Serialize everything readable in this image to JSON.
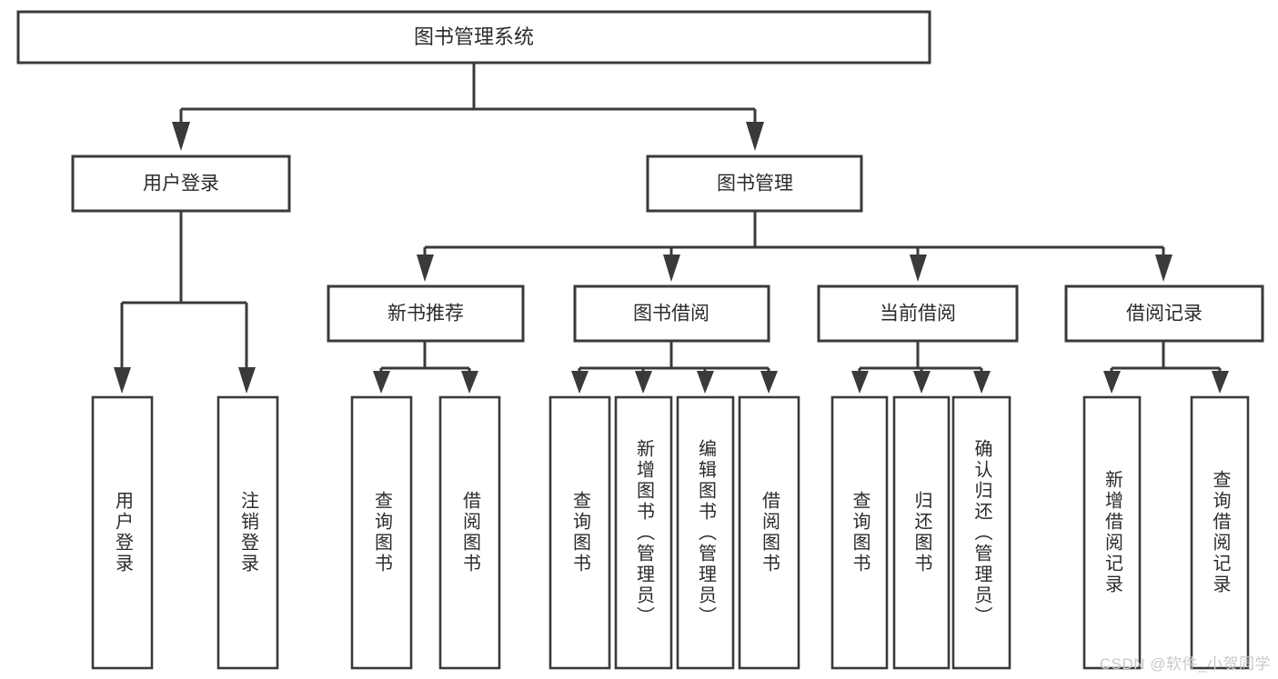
{
  "diagram": {
    "title": "图书管理系统",
    "type": "tree-hierarchy-chart",
    "orientation": "top-down",
    "colors": {
      "stroke": "#3a3a3a",
      "box_fill": "#ffffff",
      "text": "#2b2b2b",
      "background": "#ffffff",
      "watermark": "#c9c9c9"
    },
    "root": {
      "label": "图书管理系统"
    },
    "level1": [
      {
        "id": "user-login",
        "label": "用户登录"
      },
      {
        "id": "book-management",
        "label": "图书管理"
      }
    ],
    "level2": [
      {
        "id": "new-book-recommend",
        "label": "新书推荐",
        "parent": "book-management"
      },
      {
        "id": "book-borrow",
        "label": "图书借阅",
        "parent": "book-management"
      },
      {
        "id": "current-borrow",
        "label": "当前借阅",
        "parent": "book-management"
      },
      {
        "id": "borrow-record",
        "label": "借阅记录",
        "parent": "book-management"
      }
    ],
    "leaves": [
      {
        "id": "leaf-user-login",
        "label": "用户登录",
        "parent": "user-login"
      },
      {
        "id": "leaf-user-logout",
        "label": "注销登录",
        "parent": "user-login"
      },
      {
        "id": "leaf-query-book-1",
        "label": "查询图书",
        "parent": "new-book-recommend"
      },
      {
        "id": "leaf-borrow-book-1",
        "label": "借阅图书",
        "parent": "new-book-recommend"
      },
      {
        "id": "leaf-query-book-2",
        "label": "查询图书",
        "parent": "book-borrow"
      },
      {
        "id": "leaf-add-book",
        "label": "新增图书（管理员）",
        "parent": "book-borrow"
      },
      {
        "id": "leaf-edit-book",
        "label": "编辑图书（管理员）",
        "parent": "book-borrow"
      },
      {
        "id": "leaf-borrow-book-2",
        "label": "借阅图书",
        "parent": "book-borrow"
      },
      {
        "id": "leaf-query-book-3",
        "label": "查询图书",
        "parent": "current-borrow"
      },
      {
        "id": "leaf-return-book",
        "label": "归还图书",
        "parent": "current-borrow"
      },
      {
        "id": "leaf-confirm-return",
        "label": "确认归还（管理员）",
        "parent": "current-borrow"
      },
      {
        "id": "leaf-add-record",
        "label": "新增借阅记录",
        "parent": "borrow-record"
      },
      {
        "id": "leaf-query-record",
        "label": "查询借阅记录",
        "parent": "borrow-record"
      }
    ],
    "watermark": "CSDN @软件_小贺同学"
  }
}
